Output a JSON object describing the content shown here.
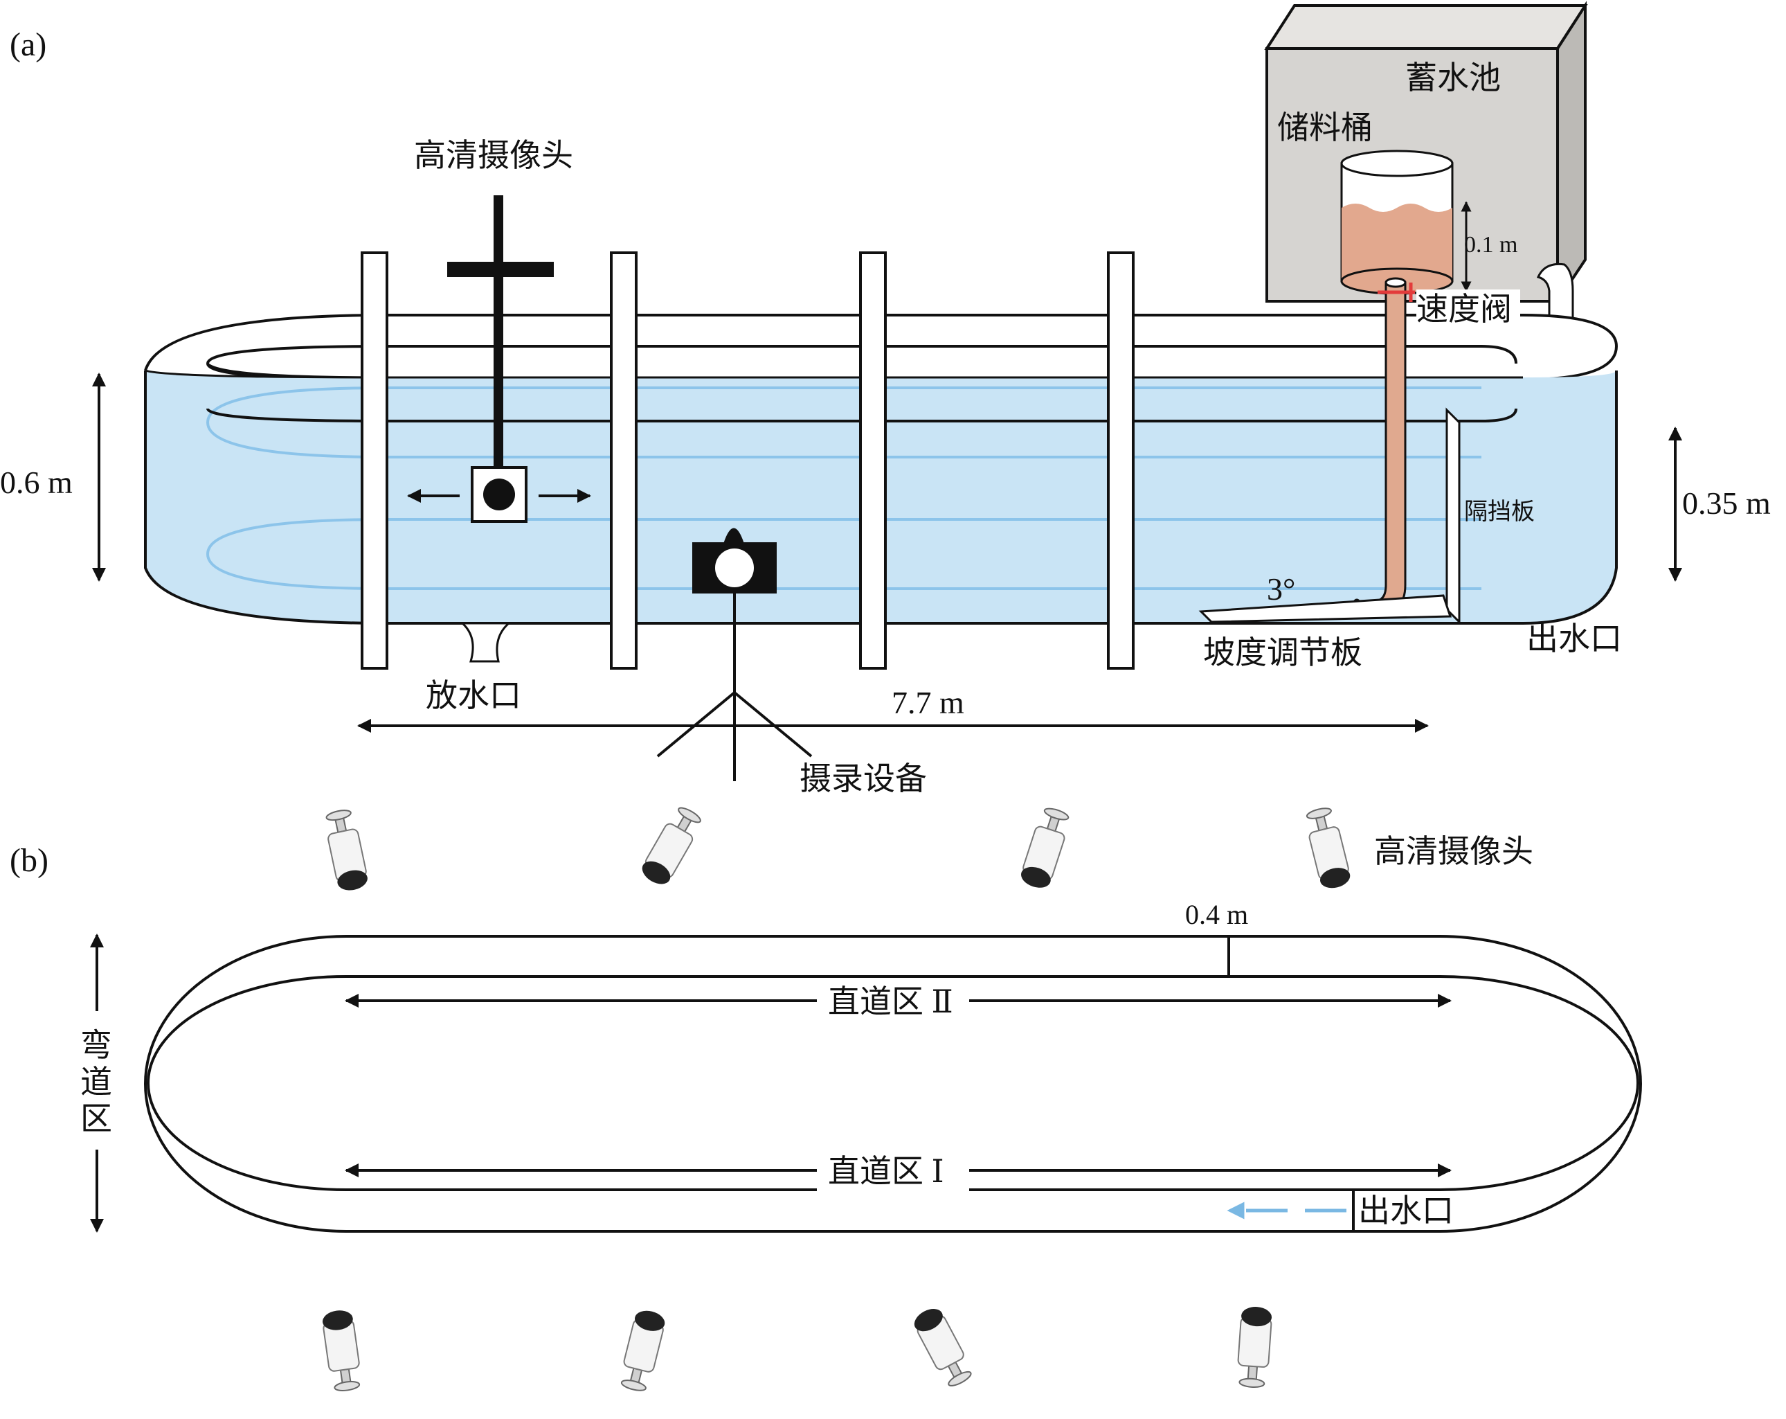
{
  "panel_a": {
    "tag": "(a)",
    "camera_label": "高清摄像头",
    "reservoir_label": "蓄水池",
    "bucket_label": "储料桶",
    "bucket_height": "0.1 m",
    "valve_label": "速度阀",
    "depth_label": "0.6 m",
    "water_depth_label": "0.35 m",
    "baffle_label": "隔挡板",
    "slope_angle": "3°",
    "slope_board_label": "坡度调节板",
    "outlet_label": "出水口",
    "drain_label": "放水口",
    "length_label": "7.7 m",
    "recorder_label": "摄录设备"
  },
  "panel_b": {
    "tag": "(b)",
    "camera_label": "高清摄像头",
    "width_label": "0.4 m",
    "straight_2_label": "直道区 Ⅱ",
    "straight_1_label": "直道区 Ⅰ",
    "bend_label": [
      "弯",
      "道",
      "区"
    ],
    "outlet_label": "出水口"
  },
  "colors": {
    "water": "#c9e4f5",
    "water_edge": "#8cc4ea",
    "reservoir": "#d6d4d1",
    "sediment": "#e2a88e",
    "pipe": "#e0a98f",
    "valve": "#e33b3b",
    "flow_arrow": "#7ab8e3"
  }
}
